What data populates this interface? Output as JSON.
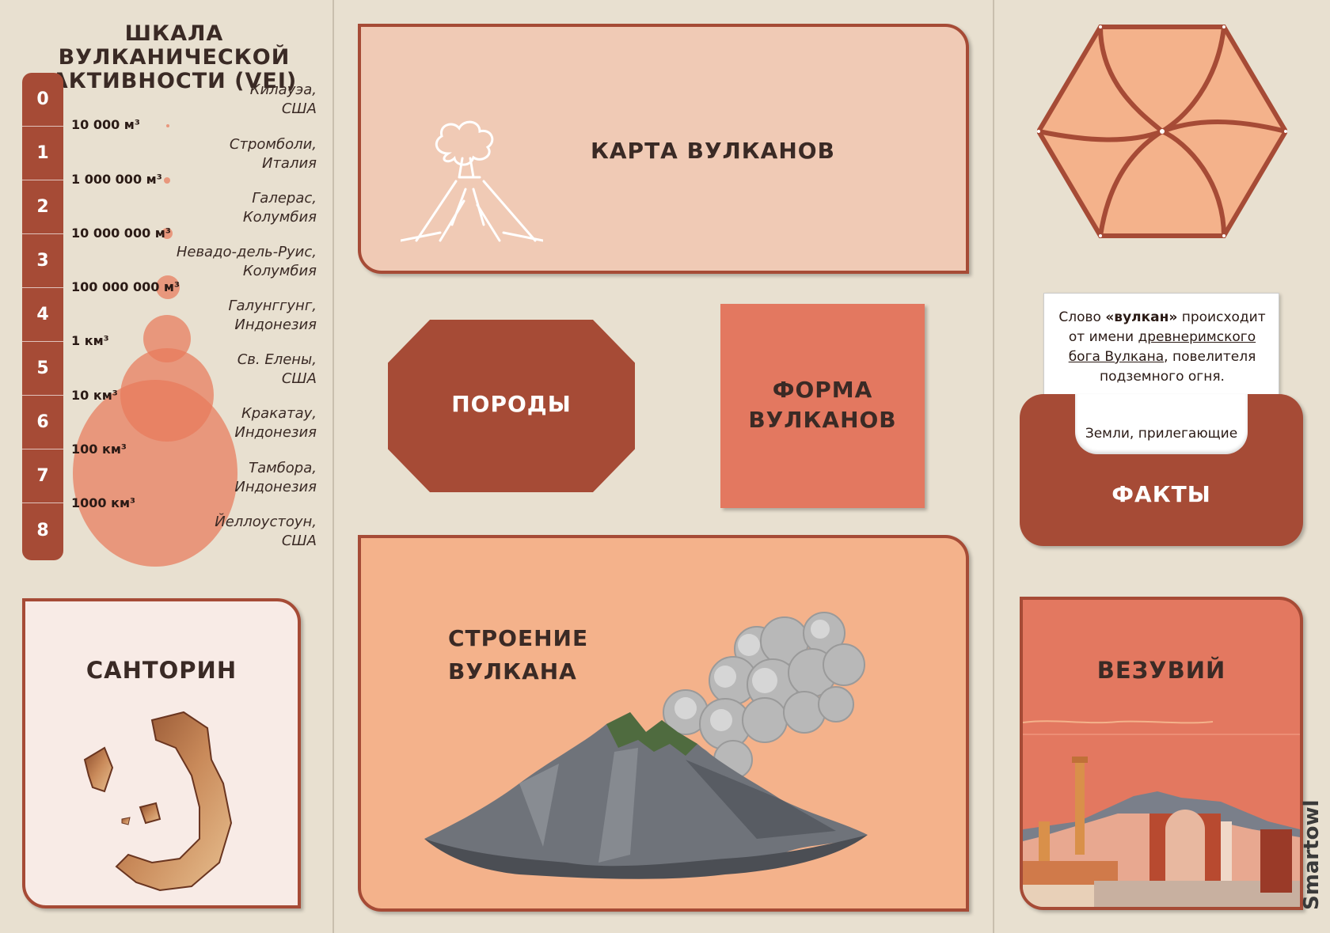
{
  "vei": {
    "title_line1": "ШКАЛА ВУЛКАНИЧЕСКОЙ",
    "title_line2": "АКТИВНОСТИ (VEI)",
    "levels": [
      "0",
      "1",
      "2",
      "3",
      "4",
      "5",
      "6",
      "7",
      "8"
    ],
    "volumes": [
      "10 000 м³",
      "1 000 000 м³",
      "10 000 000 м³",
      "100 000 000 м³",
      "1 км³",
      "10 км³",
      "100 км³",
      "1000 км³"
    ],
    "examples": [
      {
        "line1": "Килауэа,",
        "line2": "США"
      },
      {
        "line1": "Стромболи,",
        "line2": "Италия"
      },
      {
        "line1": "Галерас,",
        "line2": "Колумбия"
      },
      {
        "line1": "Невадо-дель-Руис,",
        "line2": "Колумбия"
      },
      {
        "line1": "Галунггунг,",
        "line2": "Индонезия"
      },
      {
        "line1": "Св. Елены,",
        "line2": "США"
      },
      {
        "line1": "Кракатау,",
        "line2": "Индонезия"
      },
      {
        "line1": "Тамбора,",
        "line2": "Индонезия"
      },
      {
        "line1": "Йеллоустоун,",
        "line2": "США"
      }
    ],
    "bar_color": "#a64b36",
    "circle_color": "#e87a5c"
  },
  "cards": {
    "map": "КАРТА ВУЛКАНОВ",
    "rocks": "ПОРОДЫ",
    "shape_line1": "ФОРМА",
    "shape_line2": "ВУЛКАНОВ",
    "structure_line1": "СТРОЕНИЕ",
    "structure_line2": "ВУЛКАНА",
    "santorini": "САНТОРИН",
    "facts": "ФАКТЫ",
    "vesuvius": "ВЕЗУВИЙ"
  },
  "facts_note": {
    "p1": "Слово ",
    "bold": "«вулкан»",
    "p2": " происходит от имени ",
    "u1": "древнеримского",
    "p3": " ",
    "u2": "бога Вулкана",
    "p4": ", повелителя подземного огня.",
    "inner": "Земли, прилегающие"
  },
  "brand": "Smartowl",
  "icons": [
    "volcano-outline-icon",
    "hexagon-swirl-icon",
    "smoking-volcano-illustration",
    "santorini-island-map",
    "vesuvius-ruins-illustration"
  ],
  "colors": {
    "background": "#e8e0d0",
    "dark": "#a64b36",
    "coral": "#e37860",
    "peach": "#f4b28b",
    "light_peach": "#f0cab5"
  }
}
